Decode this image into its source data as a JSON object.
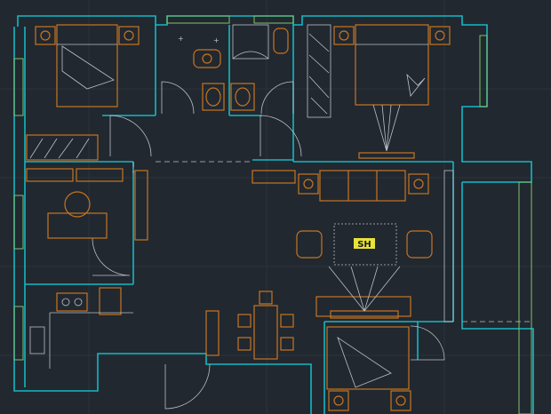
{
  "plan": {
    "colors": {
      "background": "#212830",
      "wall": "#14b8c4",
      "window": "#7fc36a",
      "furniture": "#c8741f",
      "fixture": "#b9c0c7",
      "label_box": "#e8e23a"
    },
    "center_label": "SH",
    "rooms": [
      "bedroom-top-left",
      "bathroom-left",
      "bathroom-right",
      "bedroom-top-right",
      "study",
      "living-room",
      "kitchen",
      "dining",
      "bedroom-bottom-right",
      "balcony-right"
    ]
  }
}
